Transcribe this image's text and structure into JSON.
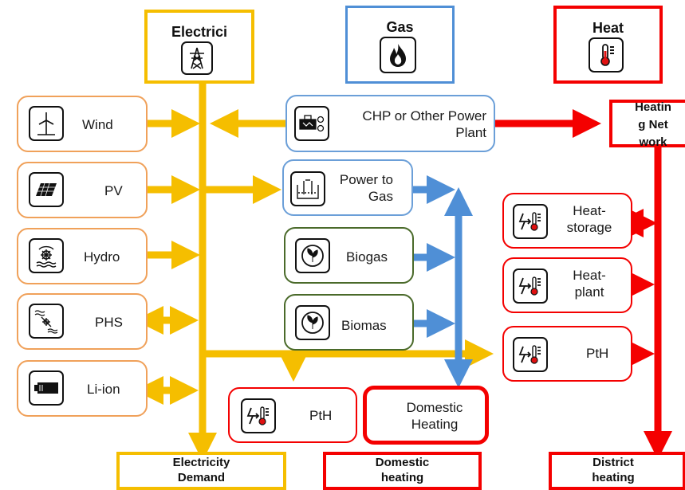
{
  "carriers": {
    "electricity": "Electrici",
    "gas": "Gas",
    "heat": "Heat"
  },
  "sources": [
    {
      "label": "Wind",
      "icon": "wind-turbine-icon"
    },
    {
      "label": "PV",
      "icon": "solar-panel-icon"
    },
    {
      "label": "Hydro",
      "icon": "hydro-turbine-icon"
    },
    {
      "label": "PHS",
      "icon": "pumped-hydro-icon"
    },
    {
      "label": "Li-ion",
      "icon": "battery-icon"
    }
  ],
  "converters": {
    "chp": "CHP or Other Power Plant",
    "ptg": "Power to Gas",
    "biogas": "Biogas",
    "biomass": "Biomas"
  },
  "heat_units": {
    "storage": "Heat-storage",
    "plant": "Heat-plant",
    "pth": "PtH"
  },
  "heating_network": "Heating Network",
  "domestic": {
    "pth": "PtH",
    "heating": "Domestic Heating"
  },
  "sinks": {
    "electricity": "Electricity Demand",
    "domestic": "Domestic heating",
    "district": "District heating"
  },
  "colors": {
    "electricity": "#f5be00",
    "gas": "#4f8fd6",
    "heat": "#f40000",
    "source_border": "#f0a15a",
    "bio_border": "#4a6a2a"
  }
}
